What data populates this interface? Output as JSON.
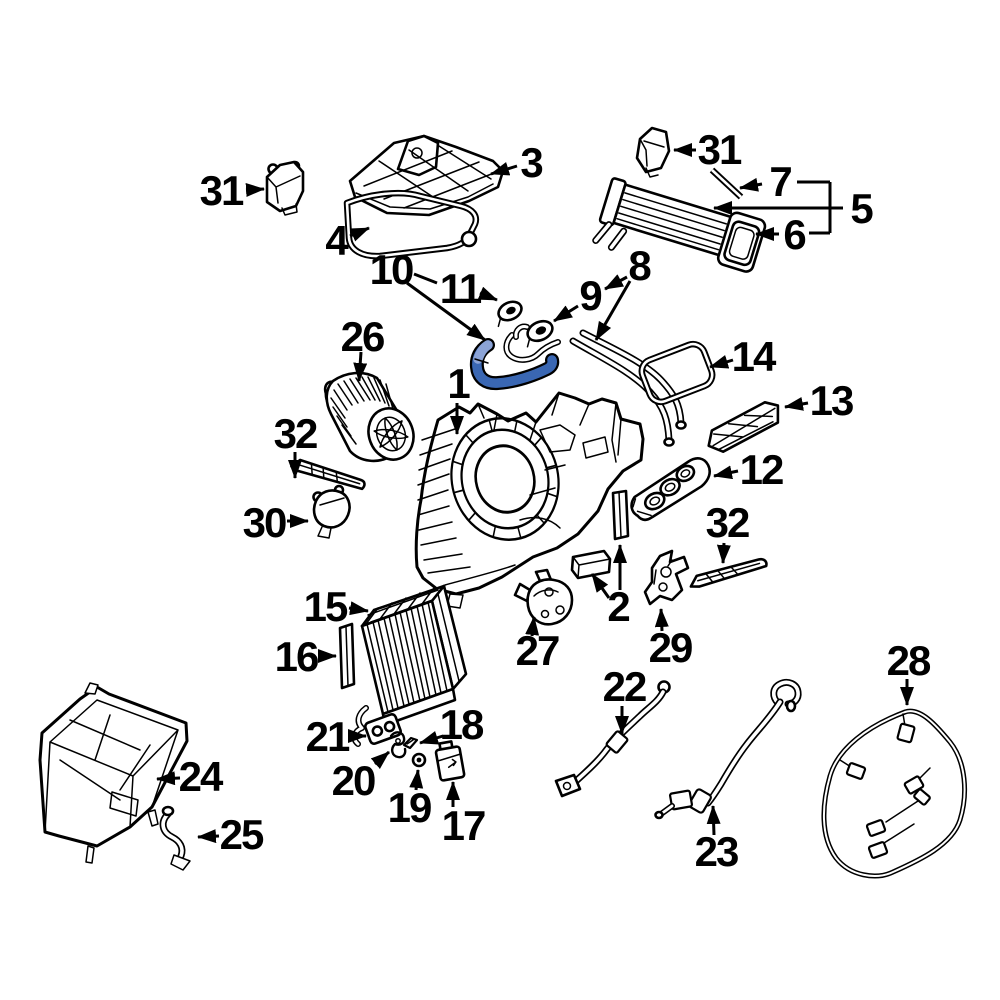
{
  "diagram": {
    "type": "exploded-parts-diagram",
    "subject": "Automotive A/C & heater (HVAC) evaporator and heater core assembly",
    "background_color": "#ffffff",
    "line_color": "#000000",
    "highlight_color": "#3a67b3",
    "highlight_tip_color": "#8ba3d6",
    "highlighted_part_label": "10"
  },
  "callouts": [
    {
      "label": "31"
    },
    {
      "label": "3"
    },
    {
      "label": "4"
    },
    {
      "label": "31"
    },
    {
      "label": "7"
    },
    {
      "label": "5"
    },
    {
      "label": "6"
    },
    {
      "label": "10"
    },
    {
      "label": "11"
    },
    {
      "label": "9"
    },
    {
      "label": "8"
    },
    {
      "label": "1"
    },
    {
      "label": "26"
    },
    {
      "label": "32"
    },
    {
      "label": "30"
    },
    {
      "label": "14"
    },
    {
      "label": "13"
    },
    {
      "label": "12"
    },
    {
      "label": "32"
    },
    {
      "label": "2"
    },
    {
      "label": "27"
    },
    {
      "label": "29"
    },
    {
      "label": "22"
    },
    {
      "label": "23"
    },
    {
      "label": "28"
    },
    {
      "label": "15"
    },
    {
      "label": "16"
    },
    {
      "label": "21"
    },
    {
      "label": "20"
    },
    {
      "label": "18"
    },
    {
      "label": "19"
    },
    {
      "label": "17"
    },
    {
      "label": "24"
    },
    {
      "label": "25"
    }
  ]
}
